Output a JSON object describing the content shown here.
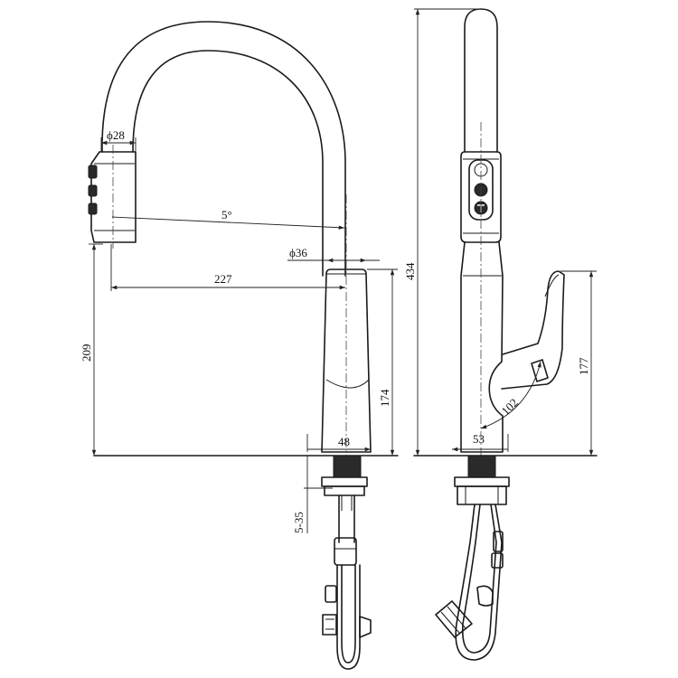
{
  "dimensions": {
    "spray_diameter": "ϕ28",
    "angle": "5°",
    "body_diameter": "ϕ36",
    "reach": "227",
    "spout_height": "209",
    "body_height": "174",
    "base_width": "48",
    "deck_thickness": "5-35",
    "total_height": "434",
    "handle_height": "177",
    "handle_angle": "102",
    "side_base_width": "53"
  },
  "colors": {
    "line": "#1a1a1a",
    "background": "#ffffff"
  }
}
